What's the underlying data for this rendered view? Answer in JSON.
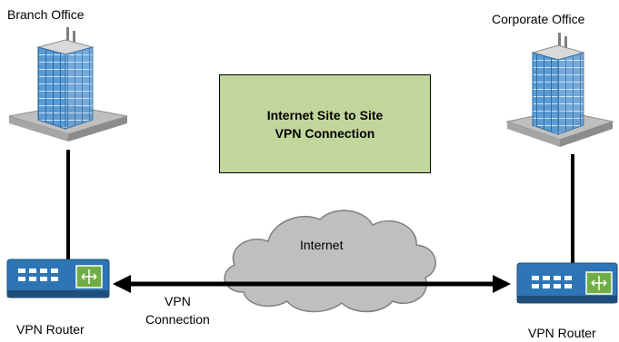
{
  "sites": {
    "branch": {
      "label": "Branch Office"
    },
    "corporate": {
      "label": "Corporate Office"
    }
  },
  "routers": {
    "left": {
      "label": "VPN Router"
    },
    "right": {
      "label": "VPN Router"
    }
  },
  "title_box": {
    "line1": "Internet Site to Site",
    "line2": "VPN Connection",
    "fill": "#c2d69b"
  },
  "cloud": {
    "label": "Internet",
    "fill": "#bfbfbf"
  },
  "connection": {
    "line1": "VPN",
    "line2": "Connection"
  },
  "colors": {
    "router_body": "#2e75b6",
    "router_panel": "#70ad47",
    "building_glass": "#5b9bd5"
  }
}
